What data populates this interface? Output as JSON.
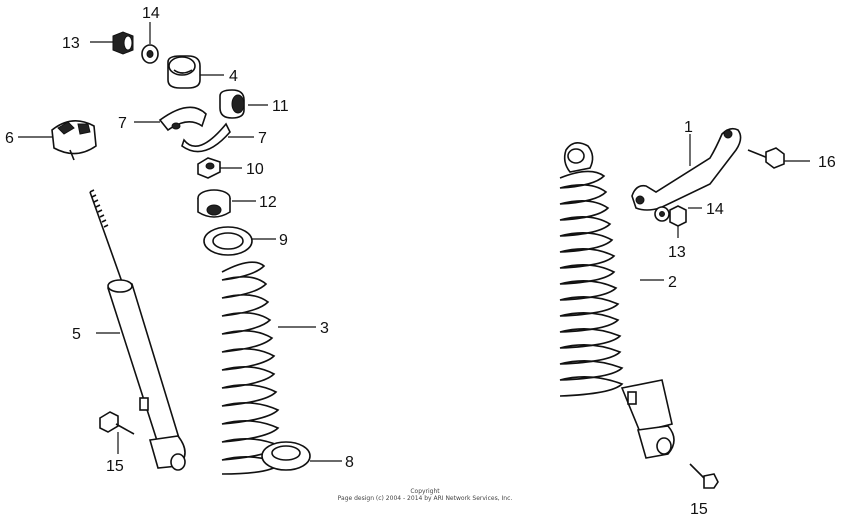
{
  "callouts": {
    "c1": "1",
    "c2": "2",
    "c3": "3",
    "c4": "4",
    "c5": "5",
    "c6": "6",
    "c7a": "7",
    "c7b": "7",
    "c8": "8",
    "c9": "9",
    "c10": "10",
    "c11": "11",
    "c12": "12",
    "c13a": "13",
    "c13b": "13",
    "c14a": "14",
    "c14b": "14",
    "c15a": "15",
    "c15b": "15",
    "c16": "16"
  },
  "footer": {
    "line1": "Copyright",
    "line2": "Page design (c) 2004 - 2014 by ARI Network Services, Inc."
  }
}
